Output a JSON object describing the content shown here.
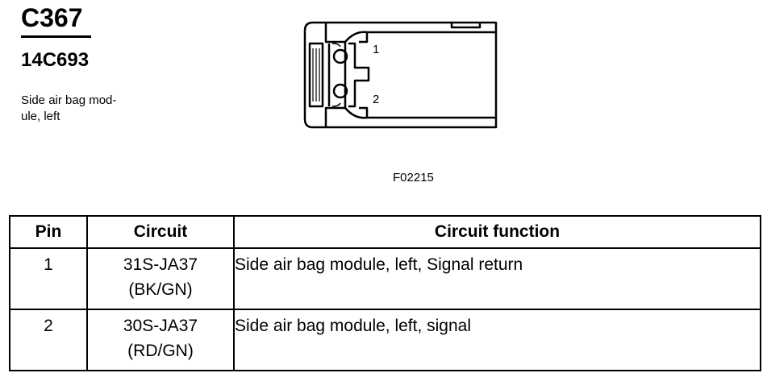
{
  "connector": {
    "id": "C367",
    "part_number": "14C693",
    "description": "Side air bag mod-\nule, left"
  },
  "diagram": {
    "pin_labels": [
      "1",
      "2"
    ],
    "figure_id": "F02215"
  },
  "table": {
    "headers": {
      "pin": "Pin",
      "circuit": "Circuit",
      "function": "Circuit function"
    },
    "rows": [
      {
        "pin": "1",
        "circuit": "31S-JA37",
        "color": "(BK/GN)",
        "function": "Side air bag module, left, Signal return"
      },
      {
        "pin": "2",
        "circuit": "30S-JA37",
        "color": "(RD/GN)",
        "function": "Side air bag module, left, signal"
      }
    ]
  }
}
